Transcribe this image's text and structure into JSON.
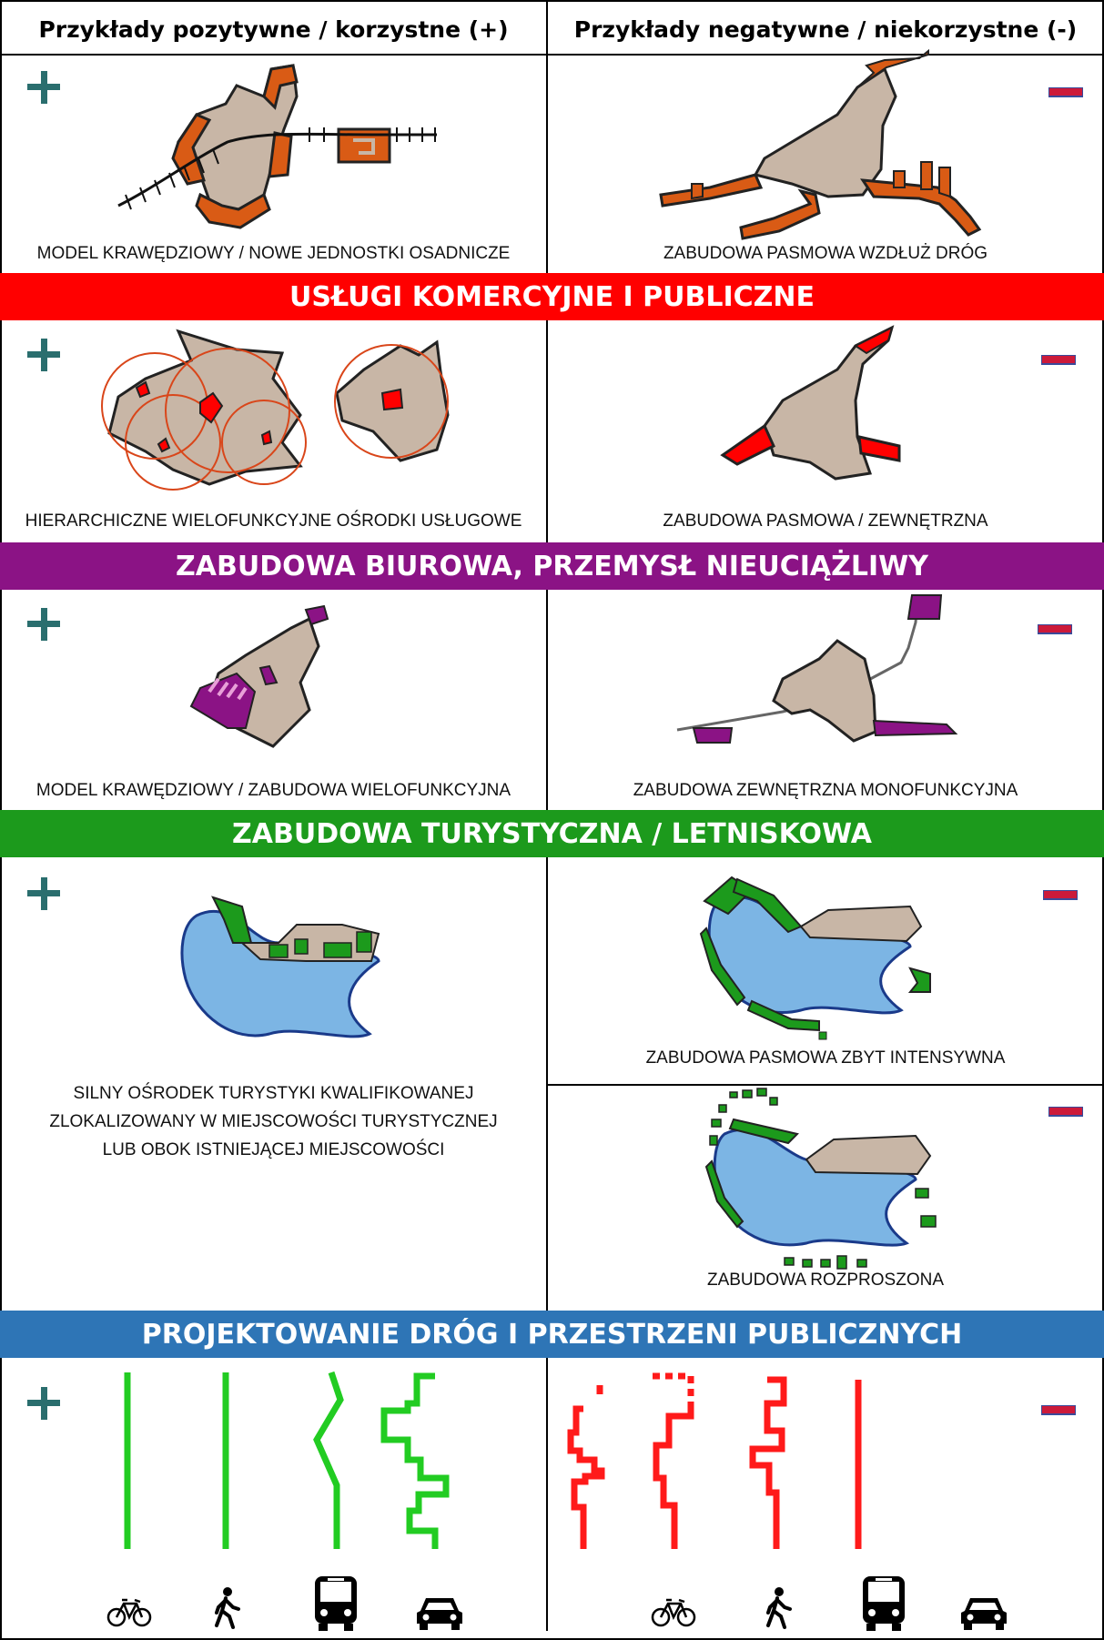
{
  "columns": {
    "positive_header": "Przykłady pozytywne / korzystne (+)",
    "negative_header": "Przykłady negatywne / niekorzystne (-)"
  },
  "colors": {
    "settlement": "#c8b6a6",
    "new_units": "#d95b15",
    "commercial": "#ff0000",
    "office": "#8b1385",
    "tourism": "#1c9a1c",
    "water": "#7cb5e4",
    "roads_band": "#2e75b6",
    "good_route": "#22cc22",
    "bad_route": "#ff1a1a",
    "plus_sign": "#2a6e6e",
    "minus_sign": "#cc1a3a"
  },
  "row1": {
    "positive_caption": "MODEL KRAWĘDZIOWY / NOWE JEDNOSTKI OSADNICZE",
    "negative_caption": "ZABUDOWA PASMOWA WZDŁUŻ DRÓG"
  },
  "band_commercial": "USŁUGI KOMERCYJNE I PUBLICZNE",
  "row2": {
    "positive_caption": "HIERARCHICZNE WIELOFUNKCYJNE OŚRODKI USŁUGOWE",
    "negative_caption": "ZABUDOWA PASMOWA / ZEWNĘTRZNA"
  },
  "band_office": "ZABUDOWA BIUROWA, PRZEMYSŁ NIEUCIĄŻLIWY",
  "row3": {
    "positive_caption": "MODEL KRAWĘDZIOWY / ZABUDOWA WIELOFUNKCYJNA",
    "negative_caption": "ZABUDOWA ZEWNĘTRZNA MONOFUNKCYJNA"
  },
  "band_tourism": "ZABUDOWA TURYSTYCZNA / LETNISKOWA",
  "row4": {
    "positive_caption_lines": [
      "SILNY OŚRODEK TURYSTYKI KWALIFIKOWANEJ",
      "ZLOKALIZOWANY W MIEJSCOWOŚCI TURYSTYCZNEJ",
      "LUB OBOK ISTNIEJĄCEJ MIEJSCOWOŚCI"
    ],
    "negative_caption_a": "ZABUDOWA PASMOWA ZBYT INTENSYWNA",
    "negative_caption_b": "ZABUDOWA ROZPROSZONA"
  },
  "band_roads": "PROJEKTOWANIE DRÓG I PRZESTRZENI PUBLICZNYCH",
  "row5": {
    "mode_icons": [
      "bicycle-icon",
      "pedestrian-icon",
      "bus-icon",
      "car-icon"
    ]
  }
}
